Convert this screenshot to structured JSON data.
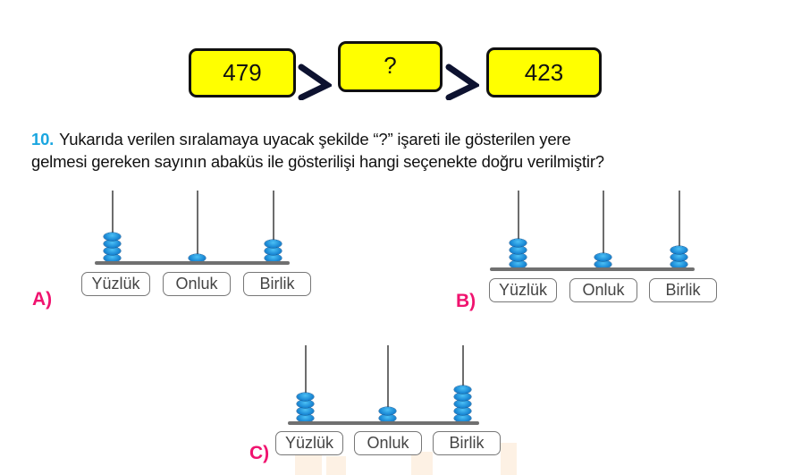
{
  "sequence": {
    "boxes": [
      "479",
      "?",
      "423"
    ],
    "operator": ">",
    "box_color": "#ffff00"
  },
  "question": {
    "number": "10.",
    "line1": "Yukarıda verilen sıralamaya uyacak şekilde “?” işareti ile gösterilen yere",
    "line2": "gelmesi gereken sayının abaküs ile gösterilişi hangi seçenekte doğru verilmiştir?"
  },
  "place_labels": [
    "Yüzlük",
    "Onluk",
    "Birlik"
  ],
  "options": [
    {
      "letter": "A)",
      "beads": {
        "yuzluk": 4,
        "onluk": 1,
        "birlik": 3
      }
    },
    {
      "letter": "B)",
      "beads": {
        "yuzluk": 4,
        "onluk": 2,
        "birlik": 3
      }
    },
    {
      "letter": "C)",
      "beads": {
        "yuzluk": 4,
        "onluk": 2,
        "birlik": 5
      }
    }
  ],
  "colors": {
    "question_number": "#1aa6e0",
    "option_letter": "#f0136f",
    "bead": "#1b8ad6"
  }
}
